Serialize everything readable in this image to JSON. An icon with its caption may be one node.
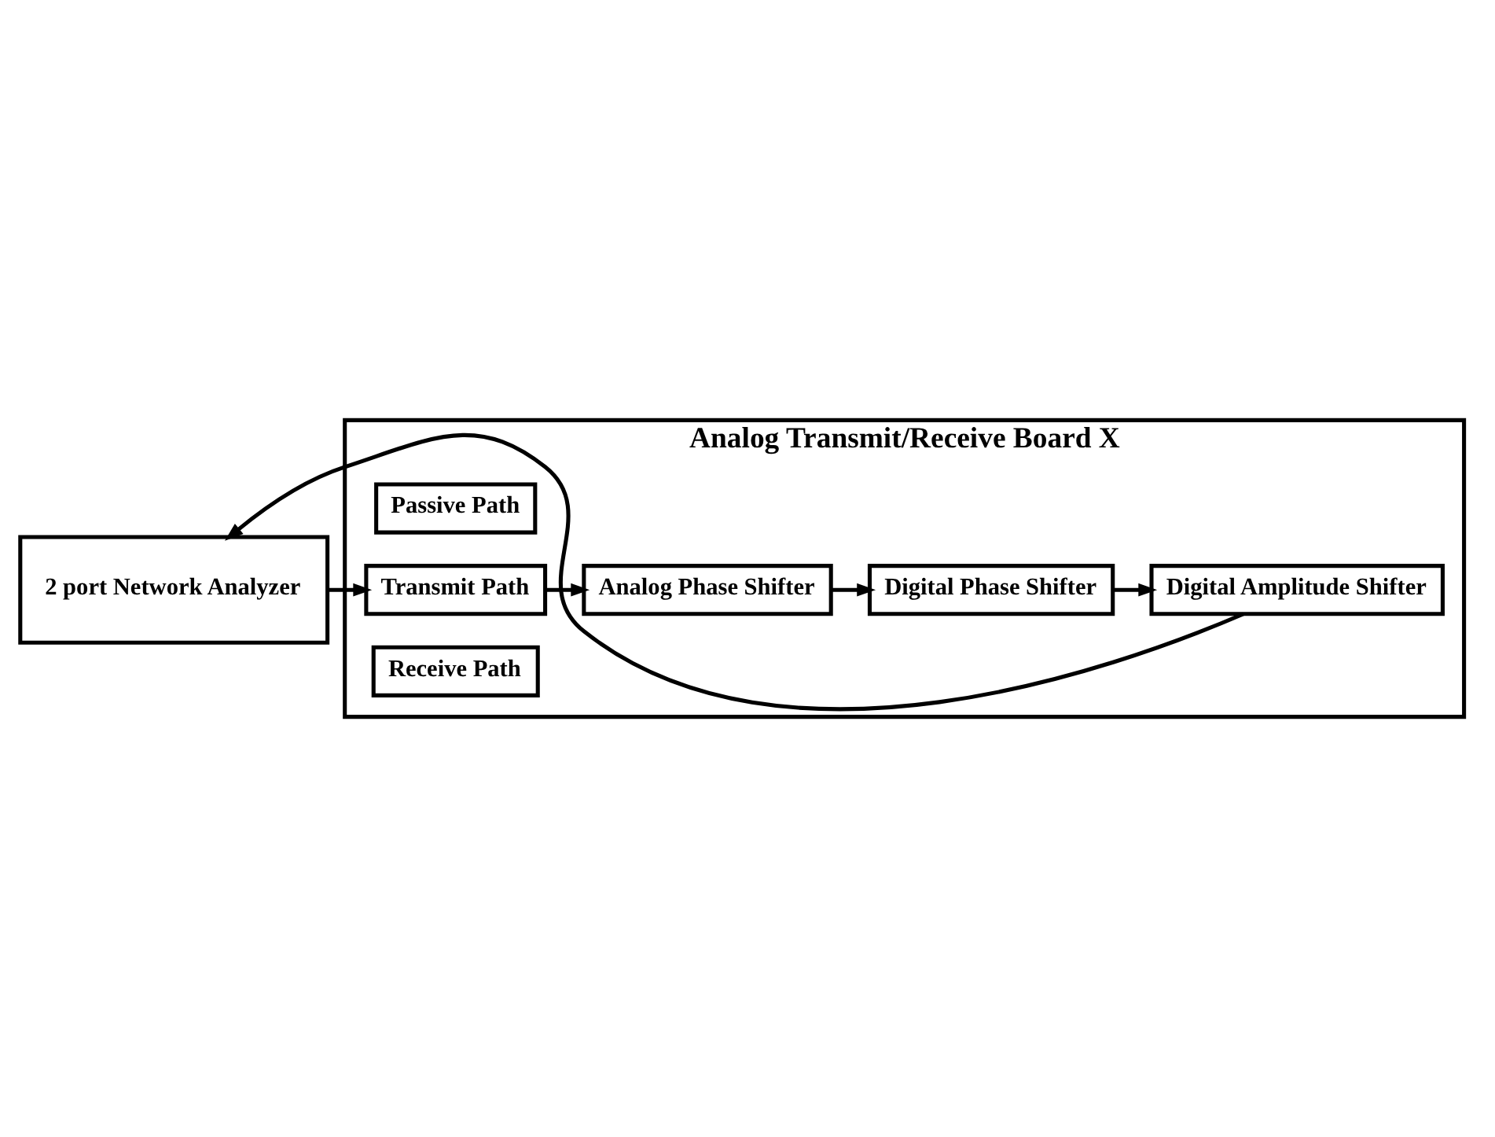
{
  "diagram": {
    "nodes": [
      {
        "text": [
          "Analog Transmit/Receive Board X"
        ]
      },
      {
        "text": [
          "Receive Path"
        ],
        "in": 0
      },
      {
        "text": [
          "Transmit Path"
        ],
        "in": 0
      },
      {
        "text": [
          "Passive Path"
        ],
        "in": 0
      },
      {
        "text": [
          "Analog Phase Shifter"
        ],
        "in": 0
      },
      {
        "text": [
          "Digital Phase Shifter"
        ],
        "in": 0
      },
      {
        "text": [
          "Digital Amplitude Shifter"
        ],
        "in": 0
      },
      {
        "text": [
          "2 port Network Analyzer"
        ]
      }
    ],
    "edges": [
      {
        "from": 7,
        "to": 2,
        "arrow": "to"
      },
      {
        "from": 2,
        "to": 4,
        "arrow": "to"
      },
      {
        "from": 4,
        "to": 5,
        "arrow": "to"
      },
      {
        "from": 5,
        "to": 6,
        "arrow": "to"
      },
      {
        "from": 6,
        "to": 7,
        "arrow": "to"
      }
    ]
  }
}
